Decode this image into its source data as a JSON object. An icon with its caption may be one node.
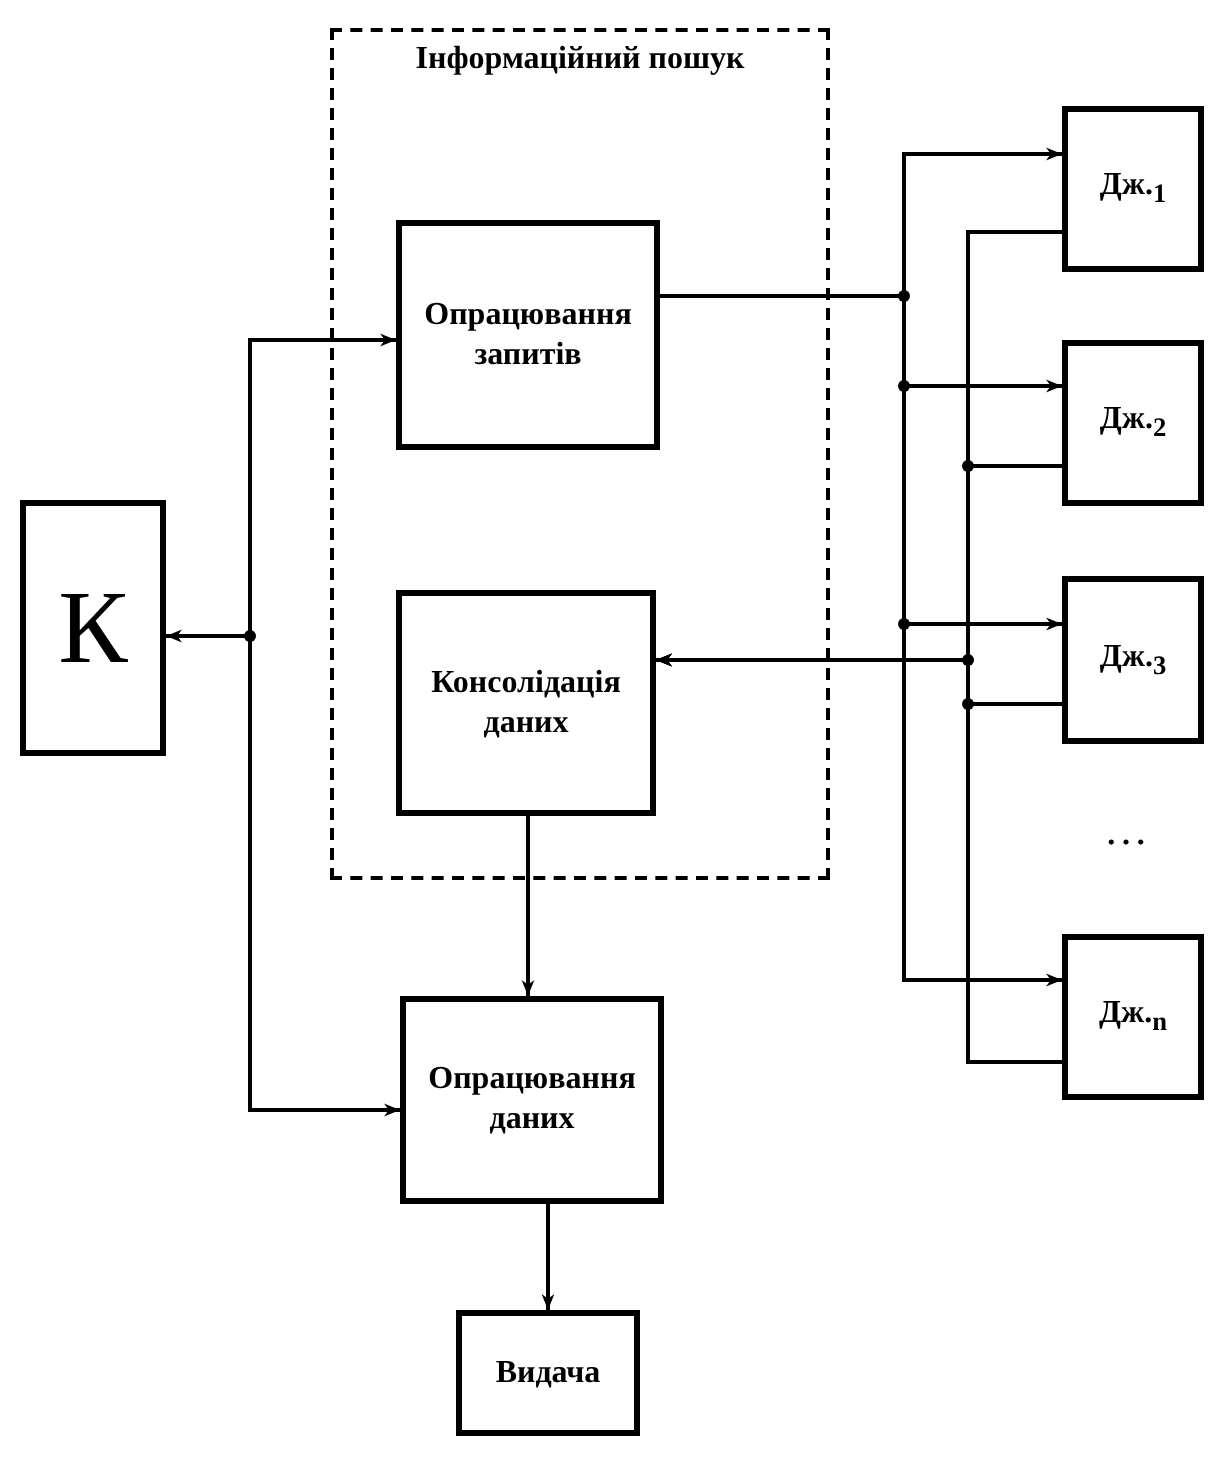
{
  "diagram": {
    "nodes": [
      {
        "text": [
          "К"
        ]
      },
      {
        "text": [
          "Інформаційний пошук"
        ]
      },
      {
        "text": [
          "Опрацювання запитів"
        ],
        "in": 1
      },
      {
        "text": [
          "Консолідація даних"
        ],
        "in": 1
      },
      {
        "text": [
          "Опрацювання даних"
        ]
      },
      {
        "text": [
          "Видача"
        ]
      },
      {
        "text": [
          "Дж.$_{1}$"
        ]
      },
      {
        "text": [
          "Дж.$_{2}$"
        ]
      },
      {
        "text": [
          "Дж.$_{3}$"
        ]
      },
      {
        "text": [
          "Дж.$_{n}$"
        ]
      }
    ],
    "edges": [
      {
        "from": 0,
        "to": 2,
        "arrow": "to"
      },
      {
        "from": 0,
        "to": 4,
        "arrow": "both"
      },
      {
        "from": 2,
        "to": 6,
        "arrow": "to"
      },
      {
        "from": 2,
        "to": 7,
        "arrow": "to"
      },
      {
        "from": 2,
        "to": 8,
        "arrow": "to"
      },
      {
        "from": 2,
        "to": 9,
        "arrow": "to"
      },
      {
        "from": 6,
        "to": 3,
        "arrow": "to"
      },
      {
        "from": 7,
        "to": 3,
        "arrow": "to"
      },
      {
        "from": 8,
        "to": 3,
        "arrow": "to"
      },
      {
        "from": 9,
        "to": 3,
        "arrow": "to"
      },
      {
        "from": 3,
        "to": 4,
        "arrow": "to"
      },
      {
        "from": 4,
        "to": 5,
        "arrow": "to"
      }
    ],
    "labels": [
      "…"
    ]
  }
}
